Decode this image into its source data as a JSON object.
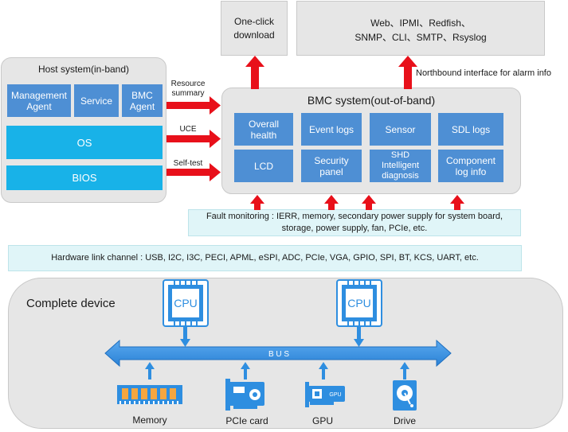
{
  "top": {
    "download": "One-click\ndownload",
    "protocols_line1": "Web、IPMI、Redfish、",
    "protocols_line2": "SNMP、CLI、SMTP、Rsyslog",
    "northbound_label": "Northbound interface for alarm info"
  },
  "host": {
    "title": "Host system(in-band)",
    "management_agent": "Management\nAgent",
    "service": "Service",
    "bmc_agent": "BMC\nAgent",
    "os": "OS",
    "bios": "BIOS"
  },
  "links": {
    "resource_summary": "Resource\nsummary",
    "uce": "UCE",
    "self_test": "Self-test"
  },
  "bmc": {
    "title": "BMC system(out-of-band)",
    "cells": [
      "Overall\nhealth",
      "Event logs",
      "Sensor",
      "SDL logs",
      "LCD",
      "Security\npanel",
      "SHD\nIntelligent\ndiagnosis",
      "Component\nlog info"
    ]
  },
  "fault_monitoring": "Fault monitoring : IERR, memory, secondary power supply for system board,\nstorage, power supply, fan, PCIe, etc.",
  "hardware_channel": "Hardware link channel : USB, I2C, I3C, PECI, APML, eSPI, ADC, PCIe, VGA, GPIO, SPI, BT, KCS, UART, etc.",
  "device": {
    "title": "Complete device",
    "cpu_label": "CPU",
    "bus_label": "B U S",
    "memory": "Memory",
    "pcie_card": "PCIe card",
    "gpu": "GPU",
    "gpu_chip": "GPU",
    "drive": "Drive"
  },
  "colors": {
    "gray_panel": "#e6e6e6",
    "blue_cell": "#4e8fd4",
    "cyan_bar": "#18b2e8",
    "red_arrow": "#e8101a",
    "note_bg": "#e0f5f8",
    "icon_blue": "#2e8ee0",
    "bus_blue": "#2e8ee0"
  }
}
